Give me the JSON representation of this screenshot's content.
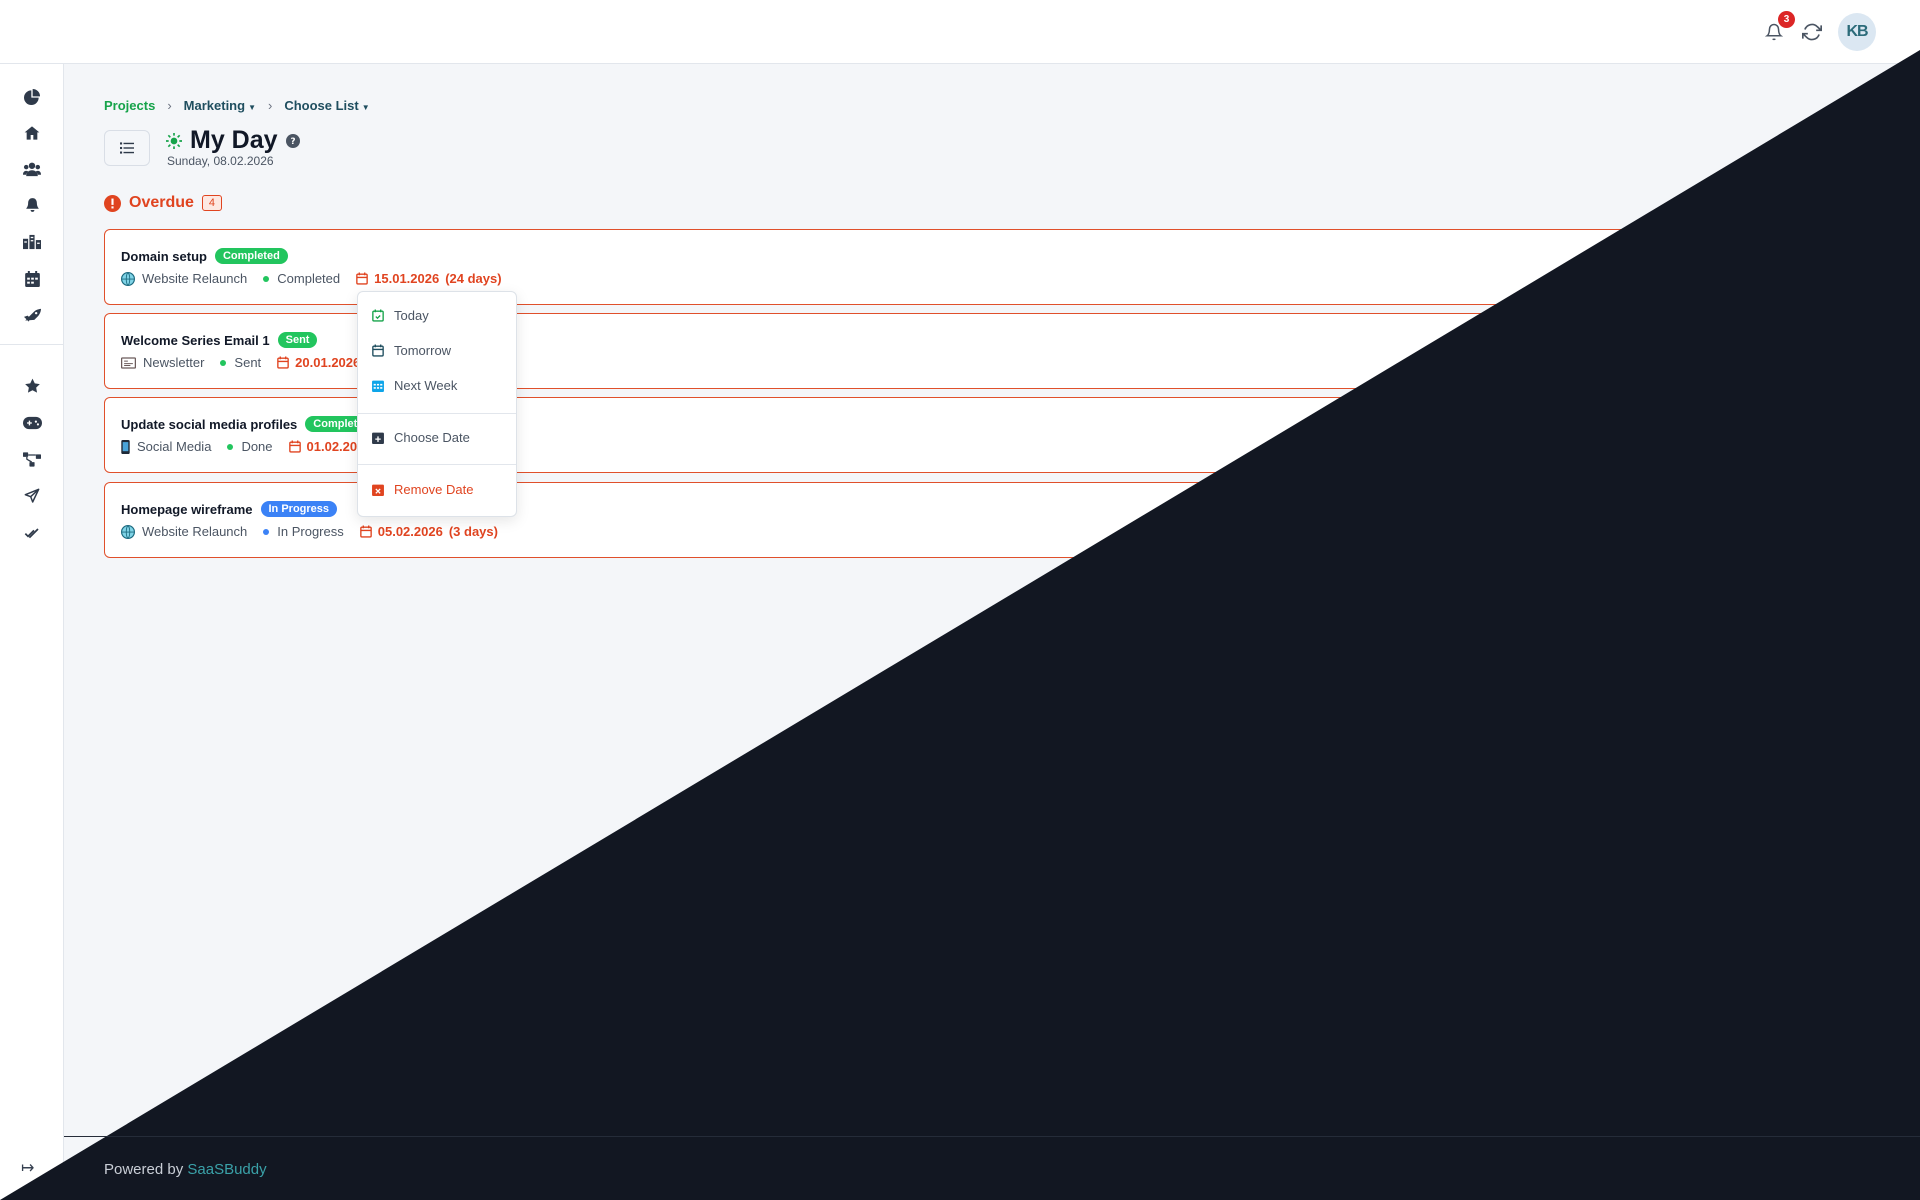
{
  "topbar": {
    "notification_count": "3",
    "avatar_initials": "KB"
  },
  "sidebar": {
    "icons": [
      "chart-pie-icon",
      "home-icon",
      "users-icon",
      "bell-icon",
      "building-icon",
      "calendar-icon",
      "rocket-icon",
      "star-icon",
      "gamepad-icon",
      "sitemap-icon",
      "send-icon",
      "double-check-icon"
    ],
    "collapse_label": "↦"
  },
  "breadcrumb": {
    "items": [
      {
        "label": "Projects"
      },
      {
        "label": "Marketing"
      },
      {
        "label": "Choose List"
      }
    ]
  },
  "header": {
    "title": "My Day",
    "subtitle": "Sunday, 08.02.2026"
  },
  "overdue": {
    "label": "Overdue",
    "count": "4"
  },
  "tasks": [
    {
      "title": "Domain setup",
      "badge": "Completed",
      "badge_color": "#22c55e",
      "project": "Website Relaunch",
      "status": "Completed",
      "status_color": "#22c55e",
      "date": "15.01.2026",
      "days": "(24 days)",
      "project_icon": "globe-icon"
    },
    {
      "title": "Welcome Series Email 1",
      "badge": "Sent",
      "badge_color": "#22c55e",
      "project": "Newsletter",
      "status": "Sent",
      "status_color": "#22c55e",
      "date": "20.01.2026",
      "days": "",
      "project_icon": "newsletter-icon"
    },
    {
      "title": "Update social media profiles",
      "badge": "Complete",
      "badge_color": "#22c55e",
      "project": "Social Media",
      "status": "Done",
      "status_color": "#22c55e",
      "date": "01.02.20",
      "days": "",
      "project_icon": "phone-icon"
    },
    {
      "title": "Homepage wireframe",
      "badge": "In Progress",
      "badge_color": "#3b82f6",
      "project": "Website Relaunch",
      "status": "In Progress",
      "status_color": "#3b82f6",
      "date": "05.02.2026",
      "days": "(3 days)",
      "project_icon": "globe-icon"
    }
  ],
  "date_menu": {
    "today": "Today",
    "tomorrow": "Tomorrow",
    "next_week": "Next Week",
    "choose_date": "Choose Date",
    "remove_date": "Remove Date"
  },
  "footer": {
    "powered_by": "Powered by",
    "brand": "SaaSBuddy"
  },
  "colors": {
    "accent_green": "#16a34a",
    "overdue_red": "#e04420",
    "dark_overlay": "#121722"
  }
}
